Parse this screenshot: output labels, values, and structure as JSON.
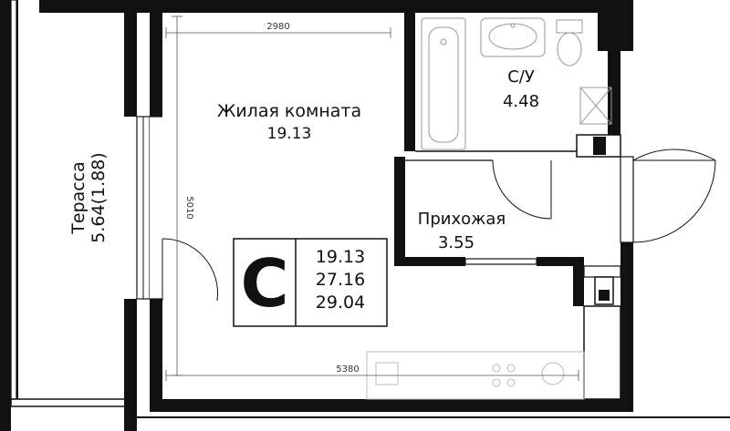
{
  "rooms": {
    "living": {
      "name": "Жилая комната",
      "area": "19.13"
    },
    "bathroom": {
      "name": "С/У",
      "area": "4.48"
    },
    "hallway": {
      "name": "Прихожая",
      "area": "3.55"
    },
    "terrace": {
      "name": "Терасса",
      "area": "5.64(1.88)"
    }
  },
  "dimensions": {
    "top_width": "2980",
    "height": "5010",
    "bottom_width": "5380"
  },
  "badge": {
    "letter": "C",
    "values": [
      "19.13",
      "27.16",
      "29.04"
    ]
  }
}
